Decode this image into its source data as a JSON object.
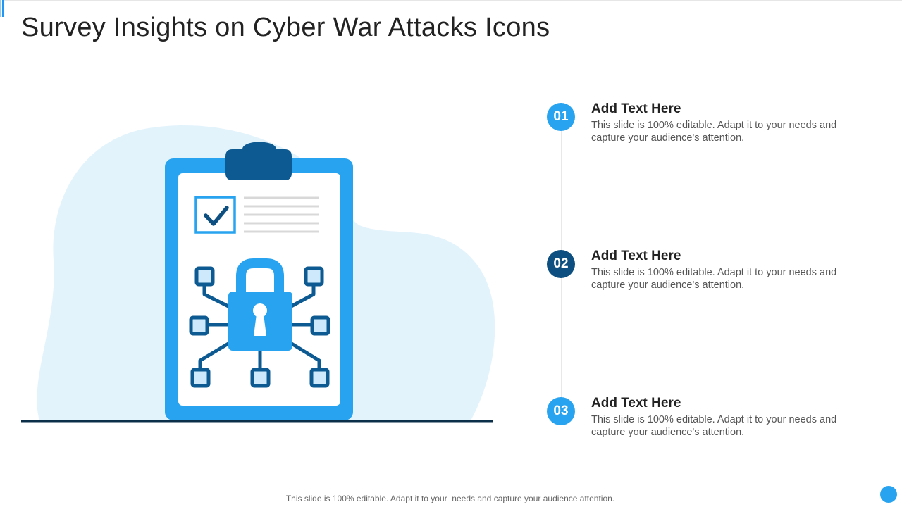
{
  "title": "Survey Insights on Cyber War Attacks Icons",
  "steps": [
    {
      "number": "01",
      "title": "Add Text Here",
      "description": "This slide is 100% editable. Adapt it to your needs and capture your audience's attention.",
      "color": "#27a3ef"
    },
    {
      "number": "02",
      "title": "Add Text Here",
      "description": "This slide is 100% editable. Adapt it to your needs and capture your audience's attention.",
      "color": "#0c4f80"
    },
    {
      "number": "03",
      "title": "Add Text Here",
      "description": "This slide is 100% editable. Adapt it to your needs and capture your audience's attention.",
      "color": "#27a3ef"
    }
  ],
  "footer": "This slide is 100% editable. Adapt it to your  needs and capture your audience attention.",
  "colors": {
    "primary": "#27a3ef",
    "dark": "#0c4f80",
    "blob": "#e3f3fc",
    "light_square": "#cde9fb",
    "corner_dot": "#27a3ef"
  },
  "icons": {
    "illustration": "clipboard-checklist-padlock-network",
    "checkbox": "check-icon",
    "lock": "padlock-icon"
  }
}
